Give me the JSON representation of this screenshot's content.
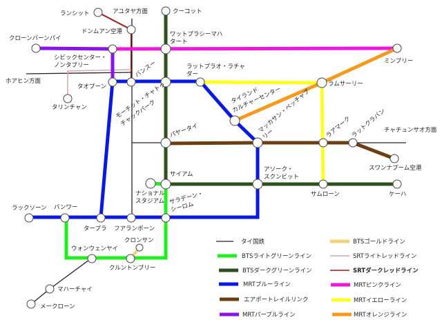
{
  "stations": {
    "rangsit": "ランシット",
    "ayutthaya_dir": "アユタヤ方面",
    "don_mueang": "ドンムアン空港",
    "khu_khot": "クーコット",
    "wat_phra_sri_1": "ワットプラシーマハ",
    "wat_phra_sri_2": "タート",
    "khlong_bang_phai": "クローンバーンパイ",
    "civic_1": "シビックセンター・",
    "civic_2": "ノンタブリー",
    "hua_hin_dir": "ホアヒン方面",
    "tao_poon": "タオプーン",
    "bang_sue": "バンスー",
    "taling_chan": "タリンチャン",
    "chatuchak_1": "モーチット・チャトゥ",
    "chatuchak_2": "チャックパーク",
    "lat_phrao_1": "ラットプラオ・ラチャ",
    "lat_phrao_2": "ダー",
    "min_buri": "ミンブリー",
    "lam_sali": "ラムサーリー",
    "cultural_1": "タイランド",
    "cultural_2": "カルチャーセンター",
    "makkasan_1": "マッカサン・ペッチャブ",
    "makkasan_2": "リー",
    "ramkhamhaeng": "ラアマーク",
    "lat_krabang": "ラットクラバン",
    "chachoengsao_dir": "チャチュンサオ方面",
    "suvarnabhumi": "スワンナプーム空港",
    "phaya_thai": "パヤータイ",
    "siam": "サイアム",
    "asok_1": "アソーク・",
    "asok_2": "スクンビット",
    "samrong": "サムローン",
    "kheha": "ケーハ",
    "national_stadium_1": "ナショナル",
    "national_stadium_2": "スタジアム",
    "sala_daeng_1": "サラデーン・",
    "sala_daeng_2": "シーロム",
    "lak_song": "ラックソーン",
    "bang_wa": "バンワー",
    "tha_phra": "タープラ",
    "hua_lamphong": "フアランポーン",
    "khlong_san": "クロンサン",
    "wongwian_yai": "ウォンウェンヤイ",
    "krung_thon_buri": "クルントンブリー",
    "maha_chai": "マハーチャイ",
    "mae_klong": "メークローン"
  },
  "legend": [
    {
      "label": "タイ国鉄",
      "color": "#222222"
    },
    {
      "label": "BTSライトグリーンライン",
      "color": "#22ee22"
    },
    {
      "label": "BTSダークグリーンライン",
      "color": "#2e4f1e"
    },
    {
      "label": "MRTブルーライン",
      "color": "#0a18e0"
    },
    {
      "label": "エアポートレイルリンク",
      "color": "#6b3f12"
    },
    {
      "label": "MRTパープルライン",
      "color": "#8a14e8"
    },
    {
      "label": "BTSゴールドライン",
      "color": "#f2d17a"
    },
    {
      "label": "SRTライトレッドライン",
      "color": "#d8a5a5"
    },
    {
      "label": "SRTダークレッドライン",
      "color": "#a01818"
    },
    {
      "label": "MRTピンクライン",
      "color": "#ee18dc"
    },
    {
      "label": "MRTイエローライン",
      "color": "#ffff22"
    },
    {
      "label": "MRTオレンジライン",
      "color": "#f59a1e"
    }
  ]
}
